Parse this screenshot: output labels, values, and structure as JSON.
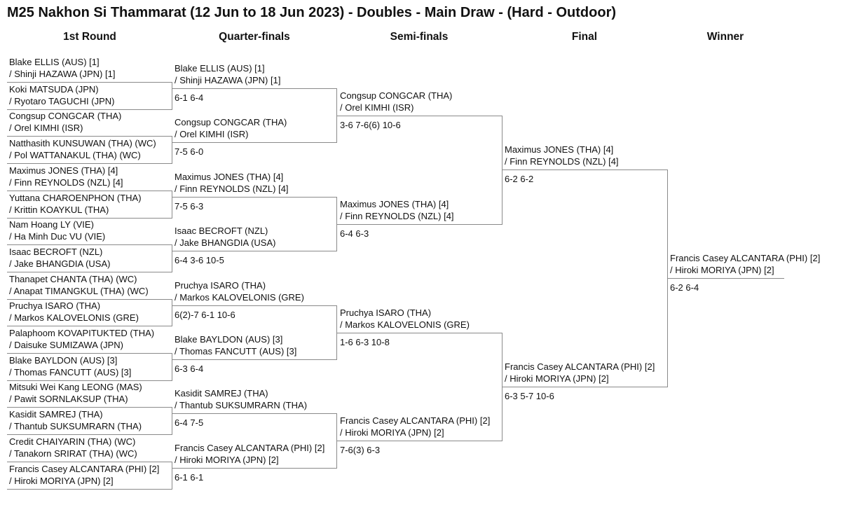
{
  "title": "M25 Nakhon Si Thammarat (12 Jun to 18 Jun 2023) - Doubles - Main Draw - (Hard - Outdoor)",
  "rounds": [
    "1st Round",
    "Quarter-finals",
    "Semi-finals",
    "Final",
    "Winner"
  ],
  "round1": [
    [
      "Blake ELLIS (AUS) [1]",
      "/ Shinji HAZAWA (JPN) [1]"
    ],
    [
      "Koki MATSUDA (JPN)",
      "/ Ryotaro TAGUCHI (JPN)"
    ],
    [
      "Congsup CONGCAR (THA)",
      "/ Orel KIMHI (ISR)"
    ],
    [
      "Natthasith KUNSUWAN (THA) (WC)",
      "/ Pol WATTANAKUL (THA) (WC)"
    ],
    [
      "Maximus JONES (THA) [4]",
      "/ Finn REYNOLDS (NZL) [4]"
    ],
    [
      "Yuttana CHAROENPHON (THA)",
      "/ Krittin KOAYKUL (THA)"
    ],
    [
      "Nam Hoang LY (VIE)",
      "/ Ha Minh Duc VU (VIE)"
    ],
    [
      "Isaac BECROFT (NZL)",
      "/ Jake BHANGDIA (USA)"
    ],
    [
      "Thanapet CHANTA (THA) (WC)",
      "/ Anapat TIMANGKUL (THA) (WC)"
    ],
    [
      "Pruchya ISARO (THA)",
      "/ Markos KALOVELONIS (GRE)"
    ],
    [
      "Palaphoom KOVAPITUKTED (THA)",
      "/ Daisuke SUMIZAWA (JPN)"
    ],
    [
      "Blake BAYLDON (AUS) [3]",
      "/ Thomas FANCUTT (AUS) [3]"
    ],
    [
      "Mitsuki Wei Kang LEONG (MAS)",
      "/ Pawit SORNLAKSUP (THA)"
    ],
    [
      "Kasidit SAMREJ (THA)",
      "/ Thantub SUKSUMRARN (THA)"
    ],
    [
      "Credit CHAIYARIN (THA) (WC)",
      "/ Tanakorn SRIRAT (THA) (WC)"
    ],
    [
      "Francis Casey ALCANTARA (PHI) [2]",
      "/ Hiroki MORIYA (JPN) [2]"
    ]
  ],
  "quarterfinals": [
    {
      "team": [
        "Blake ELLIS (AUS) [1]",
        "/ Shinji HAZAWA (JPN) [1]"
      ],
      "score": "6-1 6-4"
    },
    {
      "team": [
        "Congsup CONGCAR (THA)",
        "/ Orel KIMHI (ISR)"
      ],
      "score": "7-5 6-0"
    },
    {
      "team": [
        "Maximus JONES (THA) [4]",
        "/ Finn REYNOLDS (NZL) [4]"
      ],
      "score": "7-5 6-3"
    },
    {
      "team": [
        "Isaac BECROFT (NZL)",
        "/ Jake BHANGDIA (USA)"
      ],
      "score": "6-4 3-6 10-5"
    },
    {
      "team": [
        "Pruchya ISARO (THA)",
        "/ Markos KALOVELONIS (GRE)"
      ],
      "score": "6(2)-7 6-1 10-6"
    },
    {
      "team": [
        "Blake BAYLDON (AUS) [3]",
        "/ Thomas FANCUTT (AUS) [3]"
      ],
      "score": "6-3 6-4"
    },
    {
      "team": [
        "Kasidit SAMREJ (THA)",
        "/ Thantub SUKSUMRARN (THA)"
      ],
      "score": "6-4 7-5"
    },
    {
      "team": [
        "Francis Casey ALCANTARA (PHI) [2]",
        "/ Hiroki MORIYA (JPN) [2]"
      ],
      "score": "6-1 6-1"
    }
  ],
  "semifinals": [
    {
      "team": [
        "Congsup CONGCAR (THA)",
        "/ Orel KIMHI (ISR)"
      ],
      "score": "3-6 7-6(6) 10-6"
    },
    {
      "team": [
        "Maximus JONES (THA) [4]",
        "/ Finn REYNOLDS (NZL) [4]"
      ],
      "score": "6-4 6-3"
    },
    {
      "team": [
        "Pruchya ISARO (THA)",
        "/ Markos KALOVELONIS (GRE)"
      ],
      "score": "1-6 6-3 10-8"
    },
    {
      "team": [
        "Francis Casey ALCANTARA (PHI) [2]",
        "/ Hiroki MORIYA (JPN) [2]"
      ],
      "score": "7-6(3) 6-3"
    }
  ],
  "final": [
    {
      "team": [
        "Maximus JONES (THA) [4]",
        "/ Finn REYNOLDS (NZL) [4]"
      ],
      "score": "6-2 6-2"
    },
    {
      "team": [
        "Francis Casey ALCANTARA (PHI) [2]",
        "/ Hiroki MORIYA (JPN) [2]"
      ],
      "score": "6-3 5-7 10-6"
    }
  ],
  "winner": {
    "team": [
      "Francis Casey ALCANTARA (PHI) [2]",
      "/ Hiroki MORIYA (JPN) [2]"
    ],
    "score": "6-2 6-4"
  }
}
